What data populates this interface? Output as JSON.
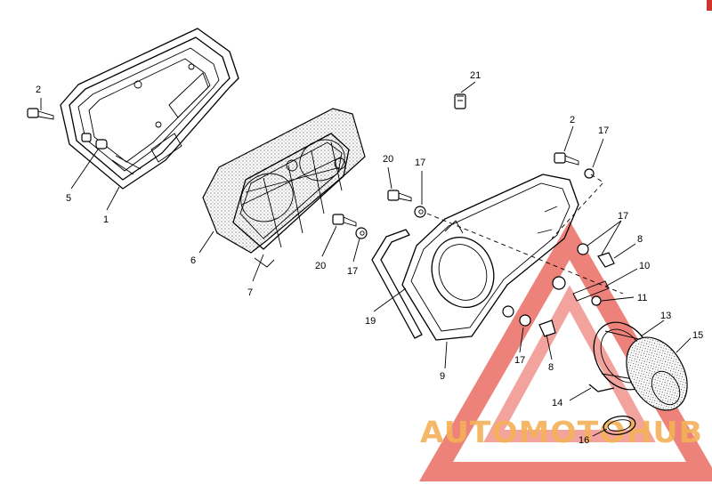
{
  "callouts": [
    "1",
    "2",
    "5",
    "6",
    "7",
    "20",
    "17",
    "19",
    "9",
    "21",
    "8",
    "10",
    "11",
    "13",
    "15",
    "14",
    "16"
  ],
  "watermark": {
    "text": "AUTOMOTOHUB",
    "colors": {
      "red": "#e23b2e",
      "orange": "#f2a33a",
      "gray": "#8a8a8a"
    }
  }
}
